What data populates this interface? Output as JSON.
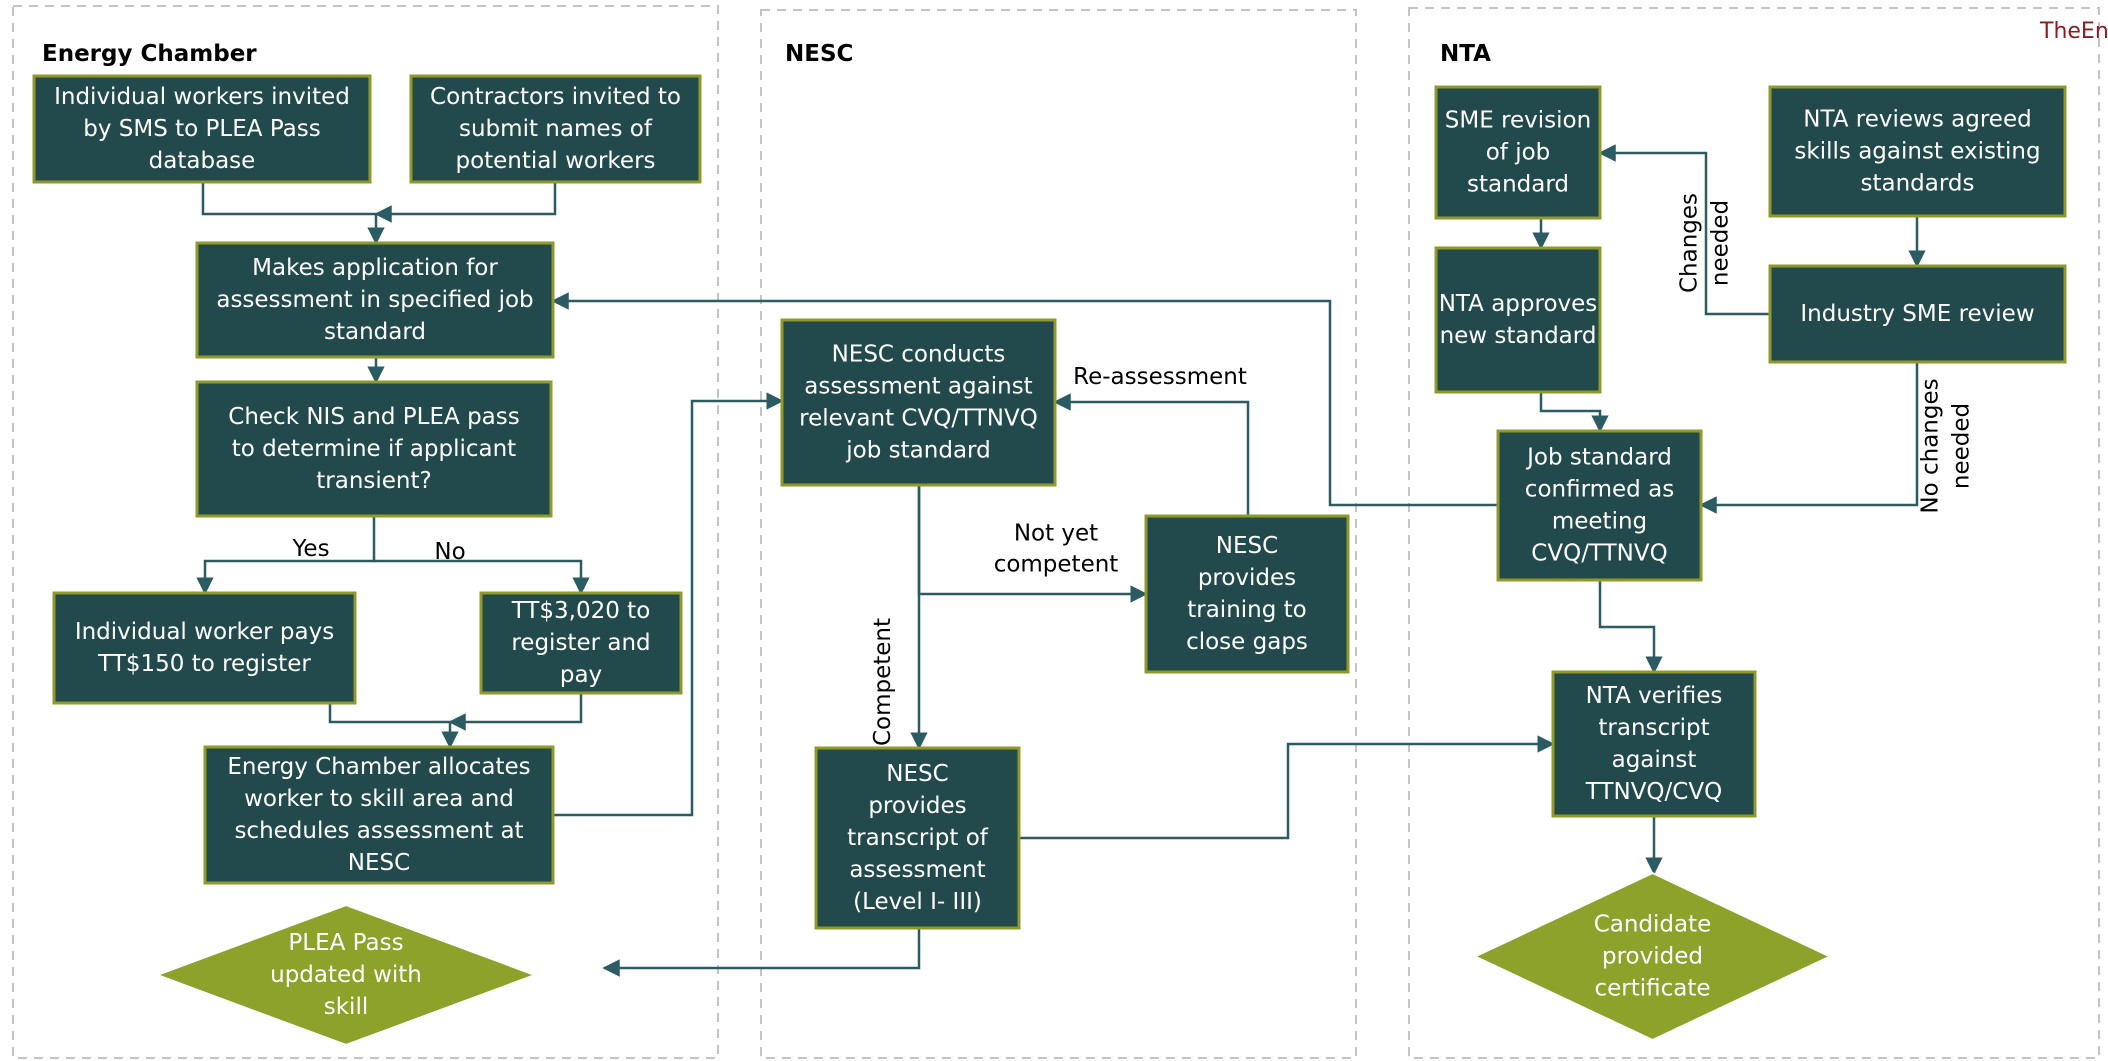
{
  "logo": {
    "text": "TheEne"
  },
  "lanes": [
    {
      "id": "energy",
      "title": "Energy Chamber"
    },
    {
      "id": "nesc",
      "title": "NESC"
    },
    {
      "id": "nta",
      "title": "NTA"
    }
  ],
  "nodes": [
    {
      "id": "n1",
      "shape": "box",
      "lines": [
        "Individual workers invited",
        "by SMS to PLEA Pass",
        "database"
      ]
    },
    {
      "id": "n2",
      "shape": "box",
      "lines": [
        "Contractors invited to",
        "submit names of",
        "potential workers"
      ]
    },
    {
      "id": "n3",
      "shape": "box",
      "lines": [
        "Makes application for",
        "assessment in specified job",
        "standard"
      ]
    },
    {
      "id": "n4",
      "shape": "box",
      "lines": [
        "Check NIS and PLEA pass",
        "to determine if applicant",
        "transient?"
      ]
    },
    {
      "id": "n5",
      "shape": "box",
      "lines": [
        "Individual worker pays",
        "TT$150 to register"
      ]
    },
    {
      "id": "n6",
      "shape": "box",
      "lines": [
        "TT$3,020  to",
        "register and",
        "pay"
      ]
    },
    {
      "id": "n7",
      "shape": "box",
      "lines": [
        "Energy Chamber allocates",
        "worker to skill area and",
        "schedules assessment at",
        "NESC"
      ]
    },
    {
      "id": "n8",
      "shape": "diamond",
      "lines": [
        "PLEA Pass",
        "updated with",
        "skill"
      ]
    },
    {
      "id": "n9",
      "shape": "box",
      "lines": [
        "NESC conducts",
        "assessment against",
        "relevant CVQ/TTNVQ",
        "job standard"
      ]
    },
    {
      "id": "n10",
      "shape": "box",
      "lines": [
        "NESC",
        "provides",
        "training to",
        "close gaps"
      ]
    },
    {
      "id": "n11",
      "shape": "box",
      "lines": [
        "NESC",
        "provides",
        "transcript of",
        "assessment",
        "(Level I- III)"
      ]
    },
    {
      "id": "n12",
      "shape": "box",
      "lines": [
        "SME revision",
        "of job",
        "standard"
      ]
    },
    {
      "id": "n13",
      "shape": "box",
      "lines": [
        "NTA reviews agreed",
        "skills against existing",
        "standards"
      ]
    },
    {
      "id": "n14",
      "shape": "box",
      "lines": [
        "NTA approves",
        "new standard"
      ]
    },
    {
      "id": "n15",
      "shape": "box",
      "lines": [
        "Industry SME review"
      ]
    },
    {
      "id": "n16",
      "shape": "box",
      "lines": [
        "Job standard",
        "confirmed as",
        "meeting",
        "CVQ/TTNVQ"
      ]
    },
    {
      "id": "n17",
      "shape": "box",
      "lines": [
        "NTA verifies",
        "transcript",
        "against",
        "TTNVQ/CVQ"
      ]
    },
    {
      "id": "n18",
      "shape": "diamond",
      "lines": [
        "Candidate",
        "provided",
        "certificate"
      ]
    }
  ],
  "edges": [
    {
      "id": "e1",
      "from": "n1",
      "to": "n3",
      "label": ""
    },
    {
      "id": "e2",
      "from": "n2",
      "to": "n3",
      "label": ""
    },
    {
      "id": "e3",
      "from": "n3",
      "to": "n4",
      "label": ""
    },
    {
      "id": "e4",
      "from": "n4",
      "to": "n5",
      "label": "Yes"
    },
    {
      "id": "e5",
      "from": "n4",
      "to": "n6",
      "label": "No"
    },
    {
      "id": "e6",
      "from": "n5",
      "to": "n7",
      "label": ""
    },
    {
      "id": "e7",
      "from": "n6",
      "to": "n7",
      "label": ""
    },
    {
      "id": "e8",
      "from": "n7",
      "to": "n9",
      "label": ""
    },
    {
      "id": "e9",
      "from": "n9",
      "to": "n10",
      "label": [
        "Not yet",
        "competent"
      ]
    },
    {
      "id": "e10",
      "from": "n9",
      "to": "n11",
      "label": "Competent"
    },
    {
      "id": "e11",
      "from": "n10",
      "to": "n9",
      "label": "Re-assessment"
    },
    {
      "id": "e12",
      "from": "n11",
      "to": "n8",
      "label": ""
    },
    {
      "id": "e13",
      "from": "n11",
      "to": "n17",
      "label": ""
    },
    {
      "id": "e14",
      "from": "n12",
      "to": "n14",
      "label": ""
    },
    {
      "id": "e15",
      "from": "n13",
      "to": "n15",
      "label": ""
    },
    {
      "id": "e16",
      "from": "n15",
      "to": "n12",
      "label": [
        "Changes",
        "needed"
      ]
    },
    {
      "id": "e17",
      "from": "n15",
      "to": "n16",
      "label": [
        "No changes",
        "needed"
      ]
    },
    {
      "id": "e18",
      "from": "n14",
      "to": "n16",
      "label": ""
    },
    {
      "id": "e19",
      "from": "n16",
      "to": "n3",
      "label": ""
    },
    {
      "id": "e20",
      "from": "n16",
      "to": "n17",
      "label": ""
    },
    {
      "id": "e21",
      "from": "n17",
      "to": "n18",
      "label": ""
    }
  ]
}
